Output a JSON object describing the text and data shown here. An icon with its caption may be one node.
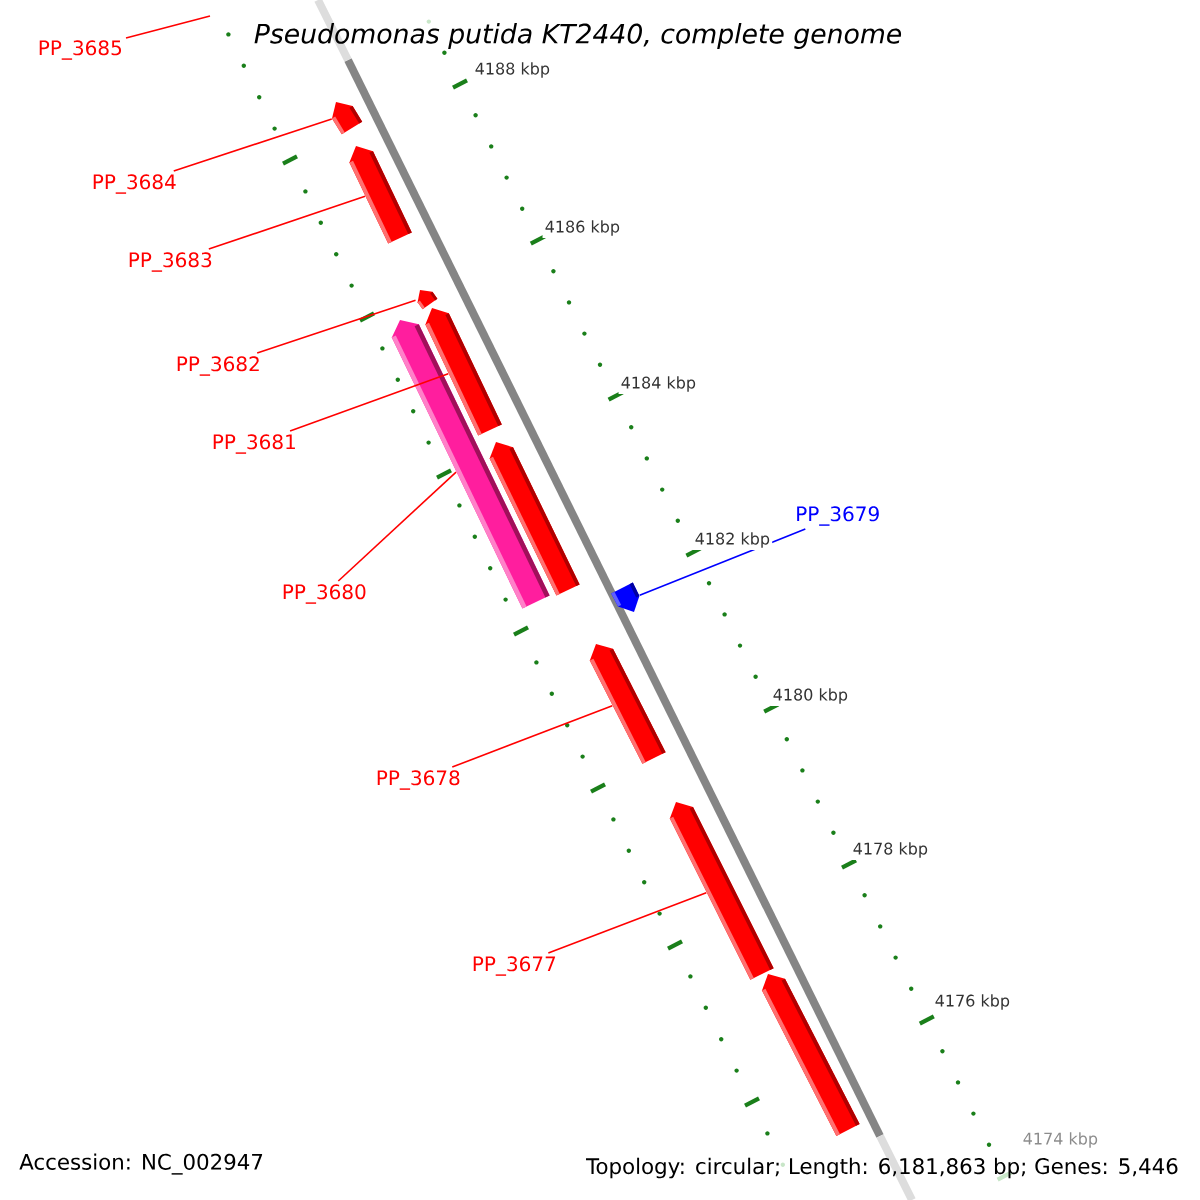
{
  "diagram": {
    "title": "Pseudomonas putida KT2440, complete genome",
    "nodes": [
      {
        "text": [
          "PP_3685"
        ]
      },
      {
        "text": [
          "PP_3684"
        ]
      },
      {
        "text": [
          "PP_3683"
        ]
      },
      {
        "text": [
          "PP_3682"
        ]
      },
      {
        "text": [
          "PP_3681"
        ]
      },
      {
        "text": [
          "PP_3679"
        ]
      },
      {
        "text": [
          "PP_3680"
        ]
      },
      {
        "text": [
          "PP_3678"
        ]
      },
      {
        "text": [
          "PP_3677"
        ]
      },
      {
        "text": [],
        "shape": "bar"
      },
      {
        "text": [],
        "shape": "bar"
      },
      {
        "text": [],
        "shape": "bar"
      },
      {
        "text": [],
        "shape": "bar"
      },
      {
        "text": [],
        "shape": "bar"
      },
      {
        "text": [],
        "shape": "bar"
      },
      {
        "text": [],
        "shape": "bar"
      },
      {
        "text": [],
        "shape": "bar"
      },
      {
        "text": [],
        "shape": "bar"
      },
      {
        "text": [],
        "shape": "bar"
      }
    ],
    "edges": [
      {
        "from": 0,
        "to": null,
        "arrow": "none"
      },
      {
        "from": 1,
        "to": 9,
        "arrow": "none"
      },
      {
        "from": 2,
        "to": 10,
        "arrow": "none"
      },
      {
        "from": 3,
        "to": 11,
        "arrow": "none"
      },
      {
        "from": 4,
        "to": 12,
        "arrow": "none"
      },
      {
        "from": 5,
        "to": 15,
        "arrow": "none",
        "color": "#0000ff"
      },
      {
        "from": 6,
        "to": 13,
        "arrow": "none"
      },
      {
        "from": 7,
        "to": 16,
        "arrow": "none"
      },
      {
        "from": 8,
        "to": 17,
        "arrow": "none"
      }
    ],
    "labels": [
      "4188 kbp",
      "4186 kbp",
      "4184 kbp",
      "4182 kbp",
      "4180 kbp",
      "4178 kbp",
      "4176 kbp",
      "4174 kbp",
      "Accession: NC_002947",
      "Topology: circular; Length: 6,181,863 bp; Genes: 5,446"
    ]
  }
}
